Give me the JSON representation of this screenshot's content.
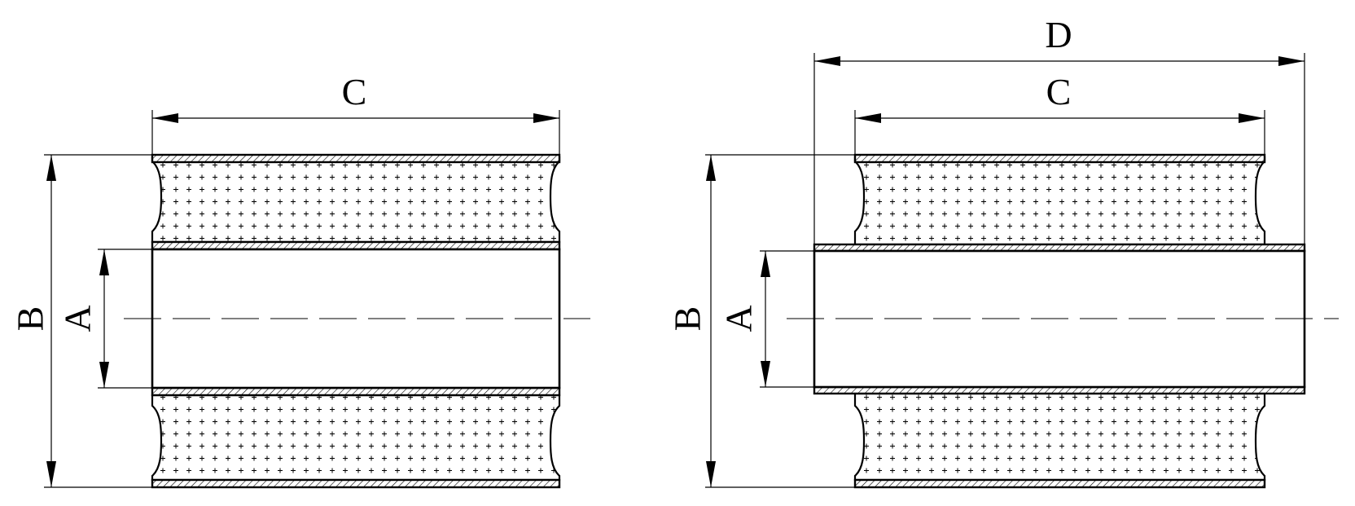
{
  "labels": {
    "left_b": "B",
    "left_a": "A",
    "left_c": "C",
    "right_b": "B",
    "right_a": "A",
    "right_c": "C",
    "right_d": "D"
  },
  "colors": {
    "stroke": "#000000",
    "background": "#ffffff",
    "hatch_fill": "#ffffff"
  }
}
